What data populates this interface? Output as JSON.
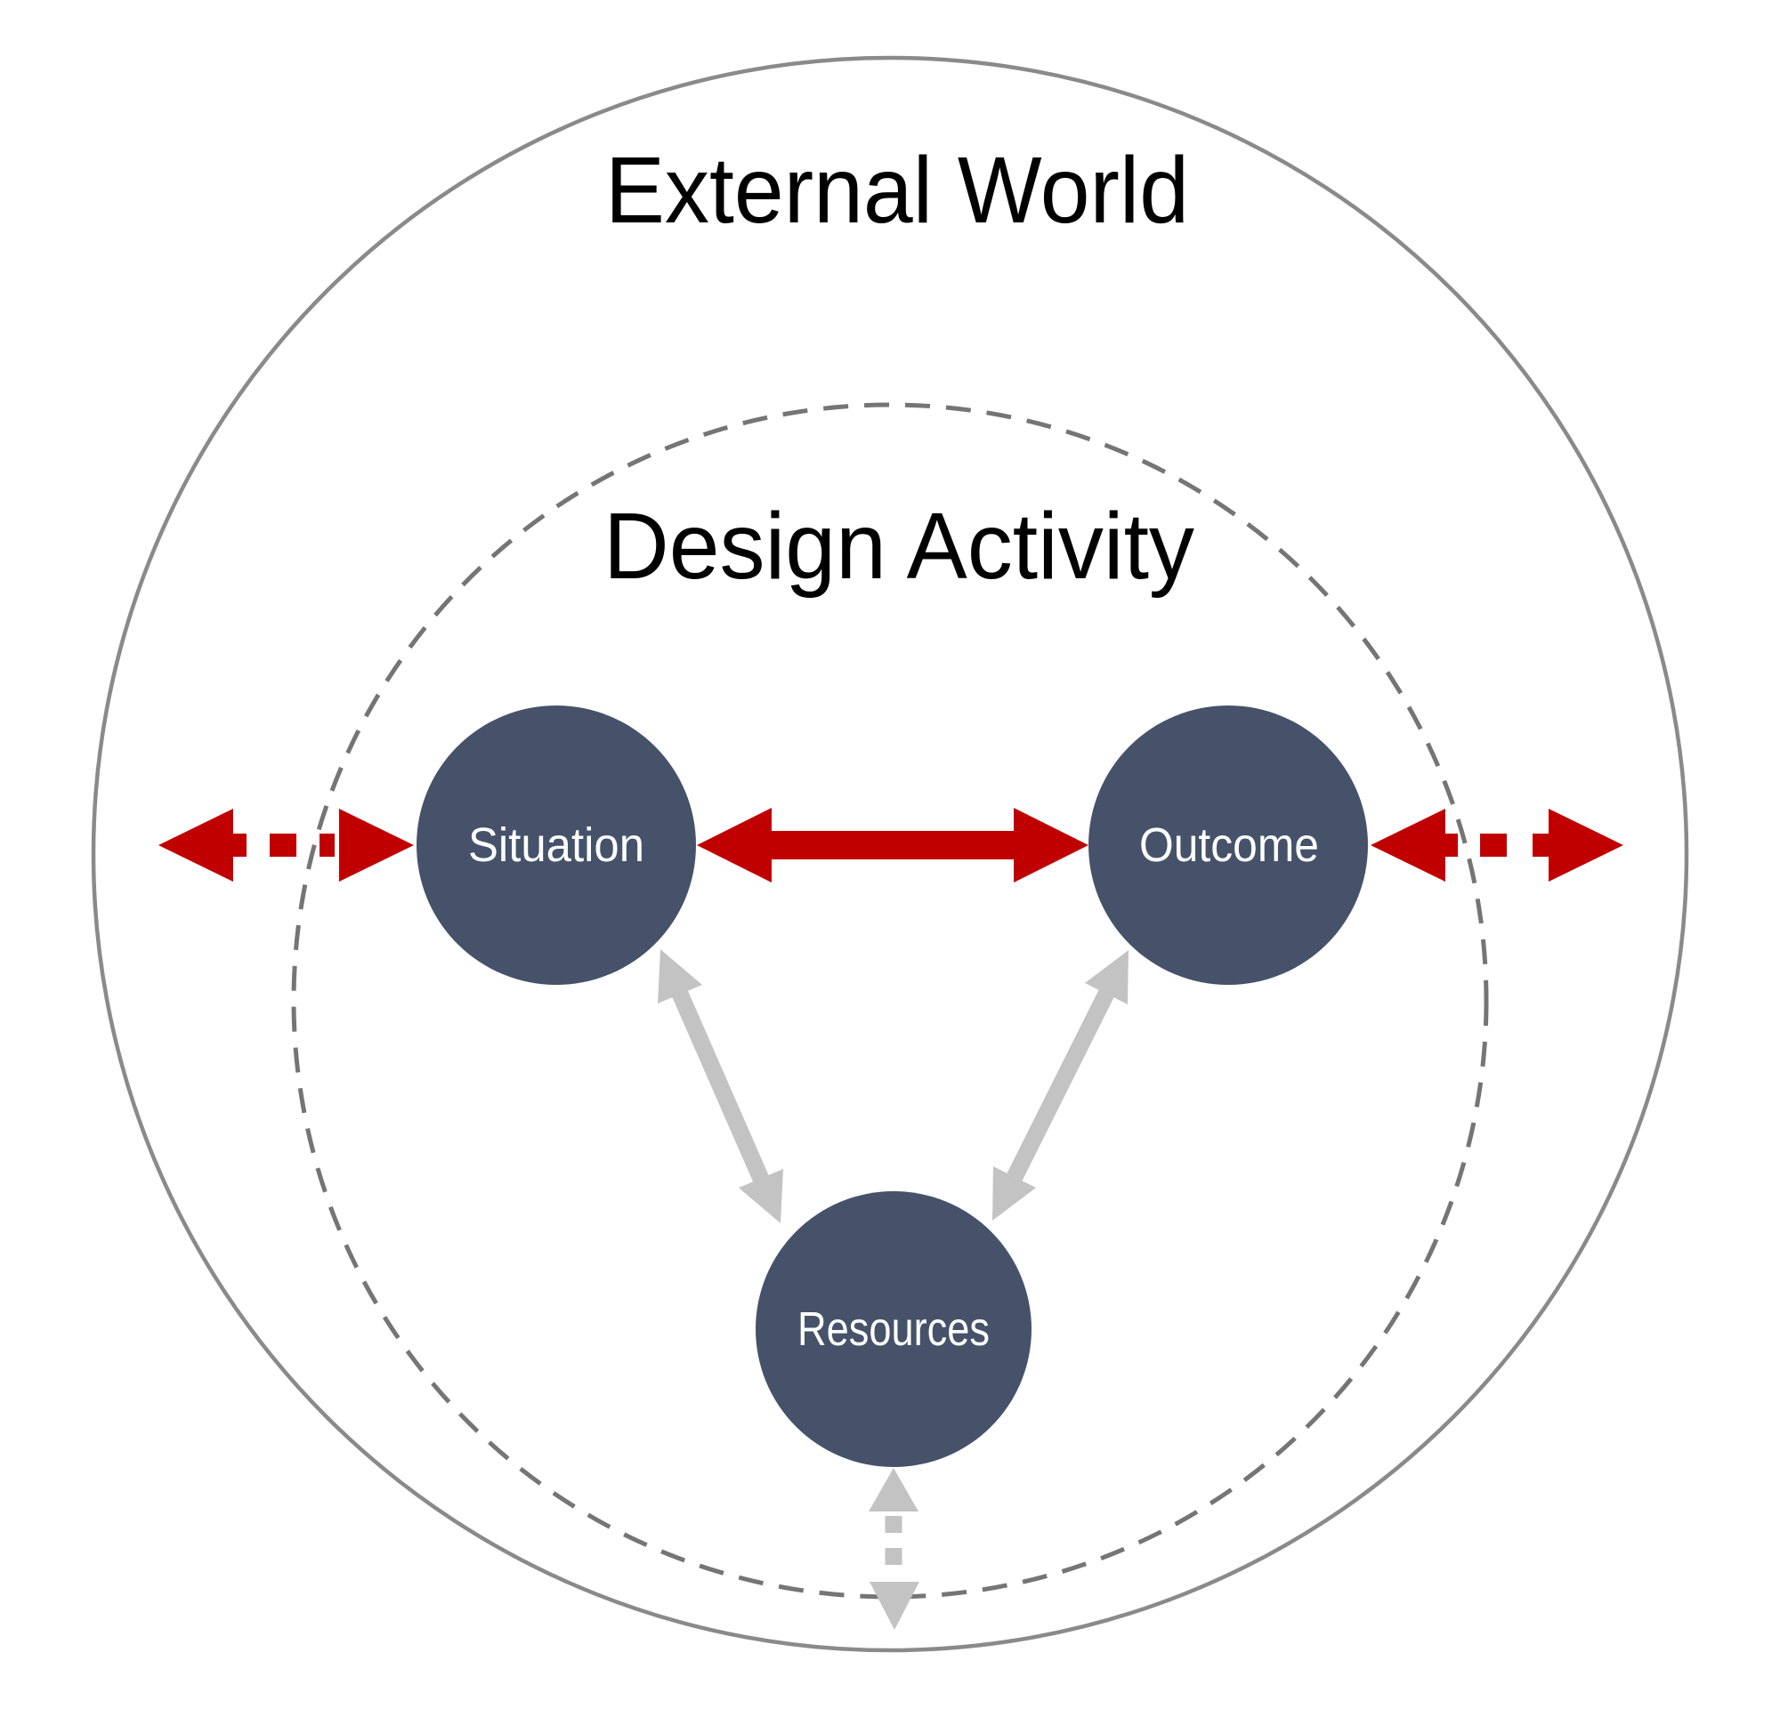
{
  "labels": {
    "external_world": "External World",
    "design_activity": "Design Activity"
  },
  "nodes": {
    "situation": "Situation",
    "outcome": "Outcome",
    "resources": "Resources"
  },
  "arrows": [
    {
      "from": "external-world",
      "to": "situation",
      "style": "dashed",
      "color_role": "red",
      "direction": "bidirectional"
    },
    {
      "from": "situation",
      "to": "outcome",
      "style": "solid",
      "color_role": "red",
      "direction": "bidirectional"
    },
    {
      "from": "outcome",
      "to": "external-world",
      "style": "dashed",
      "color_role": "red",
      "direction": "bidirectional"
    },
    {
      "from": "situation",
      "to": "resources",
      "style": "solid",
      "color_role": "gray",
      "direction": "bidirectional"
    },
    {
      "from": "outcome",
      "to": "resources",
      "style": "solid",
      "color_role": "gray",
      "direction": "bidirectional"
    },
    {
      "from": "resources",
      "to": "external-world",
      "style": "dashed",
      "color_role": "gray",
      "direction": "bidirectional"
    }
  ],
  "colors": {
    "node_fill": "#45526A",
    "arrow_red": "#C00000",
    "arrow_gray": "#C3C3C3",
    "outer_circle_stroke": "#8A8A8A",
    "inner_circle_stroke": "#757575",
    "node_label_text": "#FFFFFF",
    "title_text": "#000000"
  }
}
